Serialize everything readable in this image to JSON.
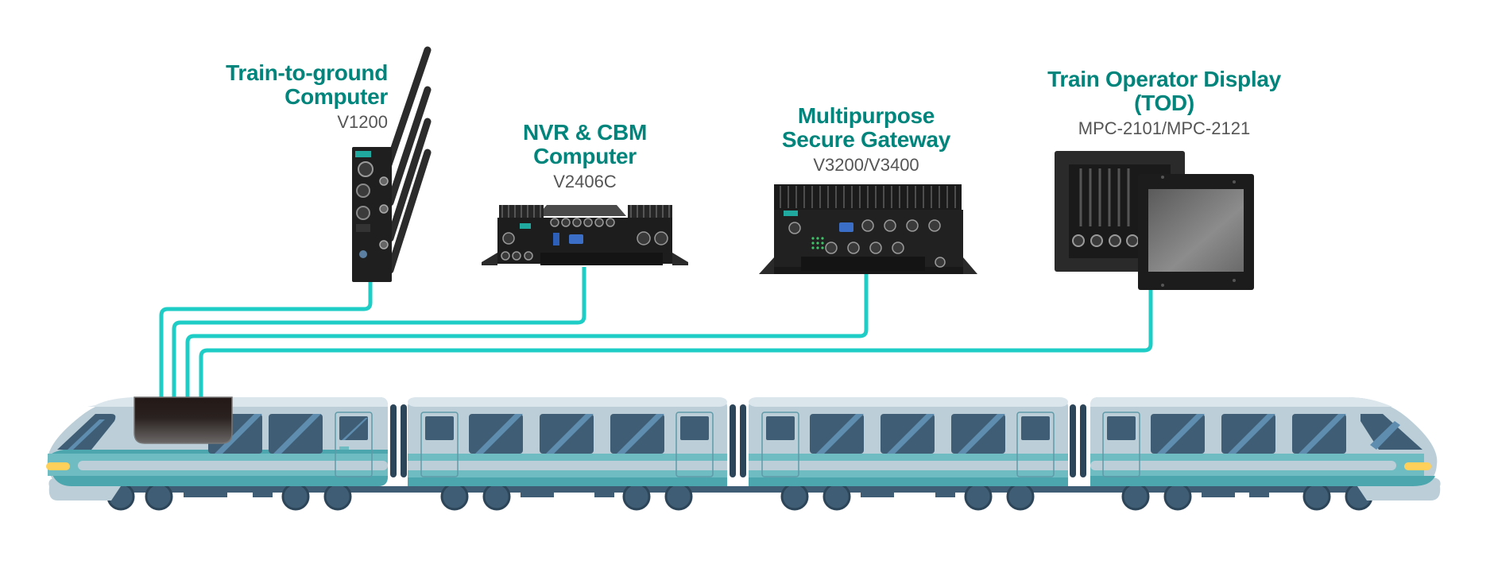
{
  "diagram": {
    "devices": [
      {
        "id": "t2g",
        "title_lines": [
          "Train-to-ground",
          "Computer"
        ],
        "model": "V1200"
      },
      {
        "id": "nvr",
        "title_lines": [
          "NVR & CBM",
          "Computer"
        ],
        "model": "V2406C"
      },
      {
        "id": "gateway",
        "title_lines": [
          "Multipurpose",
          "Secure Gateway"
        ],
        "model": "V3200/V3400"
      },
      {
        "id": "tod",
        "title_lines": [
          "Train Operator Display",
          "(TOD)"
        ],
        "model": "MPC-2101/MPC-2121"
      }
    ],
    "connections": [
      {
        "from": "train-control-box",
        "to": "t2g"
      },
      {
        "from": "train-control-box",
        "to": "nvr"
      },
      {
        "from": "train-control-box",
        "to": "gateway"
      },
      {
        "from": "train-control-box",
        "to": "tod"
      }
    ],
    "train": {
      "cars": 4
    },
    "colors": {
      "title": "#00857c",
      "model": "#555555",
      "cable": "#1ecdc5",
      "train_body": "#bccfd8",
      "train_roof": "#dbe6ec",
      "train_stripe": "#6fbcc2",
      "train_window": "#3f5e75",
      "train_window_glare": "#5f8db0",
      "headlight": "#ffd05a"
    }
  }
}
